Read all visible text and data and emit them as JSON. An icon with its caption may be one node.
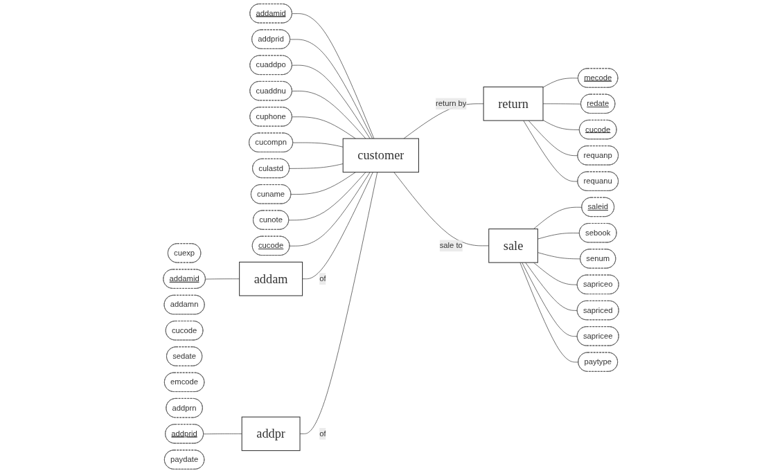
{
  "diagram": {
    "nodes": [
      {
        "text": [
          "addamid"
        ]
      },
      {
        "text": [
          "addprid"
        ]
      },
      {
        "text": [
          "cuaddpo"
        ]
      },
      {
        "text": [
          "cuaddnu"
        ]
      },
      {
        "text": [
          "cuphone"
        ]
      },
      {
        "text": [
          "cucompn"
        ]
      },
      {
        "text": [
          "culastd"
        ]
      },
      {
        "text": [
          "cuname"
        ]
      },
      {
        "text": [
          "cunote"
        ]
      },
      {
        "text": [
          "mecode"
        ]
      },
      {
        "text": [
          "redate"
        ]
      },
      {
        "text": [
          "cucode"
        ]
      },
      {
        "text": [
          "requanp"
        ]
      },
      {
        "text": [
          "cucode"
        ]
      },
      {
        "text": [
          "cuexp"
        ]
      },
      {
        "text": [
          "addamid"
        ]
      },
      {
        "text": [
          "addamn"
        ]
      },
      {
        "text": [
          "requanu"
        ]
      },
      {
        "text": [
          "customer"
        ]
      },
      {
        "text": [
          "return"
        ]
      },
      {
        "text": [
          "addam"
        ]
      },
      {
        "text": [
          "saleid"
        ]
      },
      {
        "text": [
          "sebook"
        ]
      },
      {
        "text": [
          "senum"
        ]
      },
      {
        "text": [
          "cucode"
        ]
      },
      {
        "text": [
          "sedate"
        ]
      },
      {
        "text": [
          "emcode"
        ]
      },
      {
        "text": [
          "addpr"
        ]
      },
      {
        "text": [
          "sapriceo"
        ]
      },
      {
        "text": [
          "sapriced"
        ]
      },
      {
        "text": [
          "sapricee"
        ]
      },
      {
        "text": [
          "sale"
        ]
      },
      {
        "text": [
          "addprn"
        ]
      },
      {
        "text": [
          "addprid"
        ]
      },
      {
        "text": [
          "paytype"
        ]
      },
      {
        "text": [
          "paydate"
        ]
      }
    ],
    "edges": [
      {
        "from": 0,
        "to": 18,
        "arrow": "none"
      },
      {
        "from": 1,
        "to": 18,
        "arrow": "none"
      },
      {
        "from": 2,
        "to": 18,
        "arrow": "none"
      },
      {
        "from": 3,
        "to": 18,
        "arrow": "none"
      },
      {
        "from": 4,
        "to": 18,
        "arrow": "none"
      },
      {
        "from": 5,
        "to": 18,
        "arrow": "none"
      },
      {
        "from": 6,
        "to": 18,
        "arrow": "none"
      },
      {
        "from": 7,
        "to": 18,
        "arrow": "none"
      },
      {
        "from": 8,
        "to": 18,
        "arrow": "none"
      },
      {
        "from": 13,
        "to": 18,
        "arrow": "none"
      },
      {
        "from": 9,
        "to": 19,
        "arrow": "none"
      },
      {
        "from": 10,
        "to": 19,
        "arrow": "none"
      },
      {
        "from": 11,
        "to": 19,
        "arrow": "none"
      },
      {
        "from": 12,
        "to": 19,
        "arrow": "none"
      },
      {
        "from": 17,
        "to": 19,
        "arrow": "none"
      },
      {
        "from": 15,
        "to": 20,
        "arrow": "none"
      },
      {
        "from": 33,
        "to": 27,
        "arrow": "none"
      },
      {
        "from": 21,
        "to": 31,
        "arrow": "none"
      },
      {
        "from": 22,
        "to": 31,
        "arrow": "none"
      },
      {
        "from": 23,
        "to": 31,
        "arrow": "none"
      },
      {
        "from": 28,
        "to": 31,
        "arrow": "none"
      },
      {
        "from": 29,
        "to": 31,
        "arrow": "none"
      },
      {
        "from": 30,
        "to": 31,
        "arrow": "none"
      },
      {
        "from": 34,
        "to": 31,
        "arrow": "none"
      },
      {
        "from": 18,
        "to": 19,
        "label": "return by",
        "arrow": "none"
      },
      {
        "from": 20,
        "to": 18,
        "label": "of",
        "arrow": "none"
      },
      {
        "from": 27,
        "to": 18,
        "label": "of",
        "arrow": "none"
      },
      {
        "from": 18,
        "to": 31,
        "label": "sale to",
        "arrow": "none"
      }
    ]
  }
}
